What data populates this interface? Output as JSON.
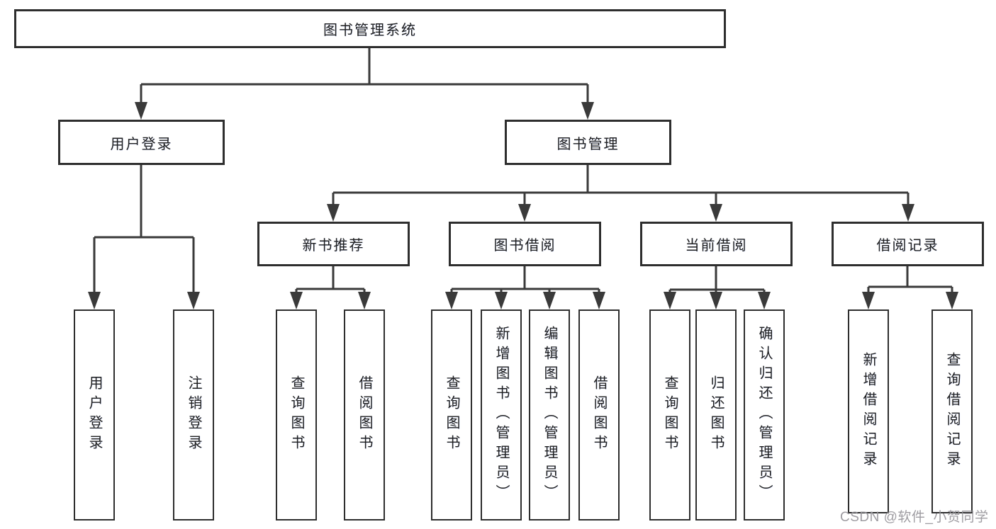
{
  "tree": {
    "root": "图书管理系统",
    "branches": [
      {
        "label": "用户登录",
        "children": [
          "用户登录",
          "注销登录"
        ]
      },
      {
        "label": "图书管理",
        "sections": [
          {
            "label": "新书推荐",
            "children": [
              "查询图书",
              "借阅图书"
            ]
          },
          {
            "label": "图书借阅",
            "children": [
              "查询图书",
              "新增图书（管理员）",
              "编辑图书（管理员）",
              "借阅图书"
            ]
          },
          {
            "label": "当前借阅",
            "children": [
              "查询图书",
              "归还图书",
              "确认归还（管理员）"
            ]
          },
          {
            "label": "借阅记录",
            "children": [
              "新增借阅记录",
              "查询借阅记录"
            ]
          }
        ]
      }
    ]
  },
  "watermark": {
    "text": "CSDN @软件_小贺同学",
    "color": "#96949a"
  },
  "colors": {
    "line": "#3a3a3a",
    "box_border": "#2e2e2e",
    "text": "#1f1f1f",
    "background": "#ffffff",
    "watermark": "#96949a"
  }
}
